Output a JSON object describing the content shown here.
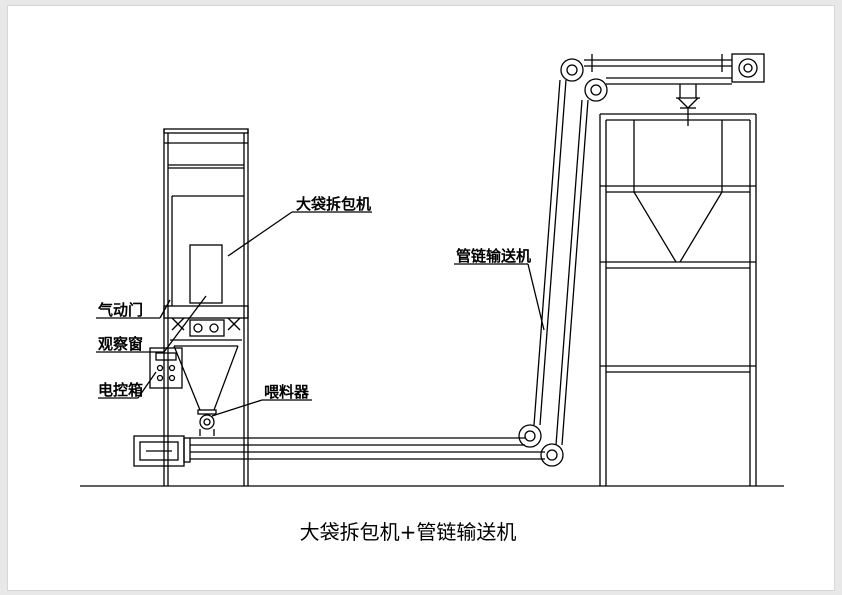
{
  "labels": {
    "unpacker": "大袋拆包机",
    "pneumatic_door": "气动门",
    "viewing_window": "观察窗",
    "control_box": "电控箱",
    "feeder": "喂料器",
    "tube_chain_conveyor": "管链输送机"
  },
  "caption": "大袋拆包机+管链输送机"
}
